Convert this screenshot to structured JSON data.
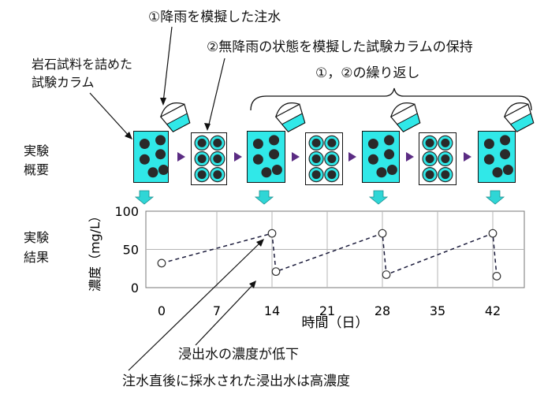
{
  "annotations": {
    "rain": "①降雨を模擬した注水",
    "column_top": "岩石試料を詰めた",
    "column_bottom": "試験カラム",
    "dry": "②無降雨の状態を模擬した試験カラムの保持",
    "repeat": "①，②の繰り返し",
    "low": "浸出水の濃度が低下",
    "high": "注水直後に採水された浸出水は高濃度"
  },
  "row_labels": {
    "overview_1": "実験",
    "overview_2": "概要",
    "result_1": "実験",
    "result_2": "結果"
  },
  "colors": {
    "water": "#30e8e8",
    "arrow": "#5b2c83",
    "stone": "#2a2a2a",
    "down_arrow": "#2fd6d6"
  },
  "chart_data": {
    "type": "line",
    "xlabel": "時間（日）",
    "ylabel": "濃度（mg/L）",
    "xlim": [
      -2,
      46
    ],
    "ylim": [
      0,
      100
    ],
    "xticks": [
      0,
      7,
      14,
      21,
      28,
      35,
      42
    ],
    "yticks": [
      0,
      50,
      100
    ],
    "grid": true,
    "series": [
      {
        "points": [
          {
            "x": 0,
            "y": 32
          },
          {
            "x": 14,
            "y": 71
          },
          {
            "x": 14.5,
            "y": 21
          },
          {
            "x": 28,
            "y": 71
          },
          {
            "x": 28.5,
            "y": 17
          },
          {
            "x": 42,
            "y": 71
          },
          {
            "x": 42.5,
            "y": 15
          }
        ]
      }
    ]
  }
}
